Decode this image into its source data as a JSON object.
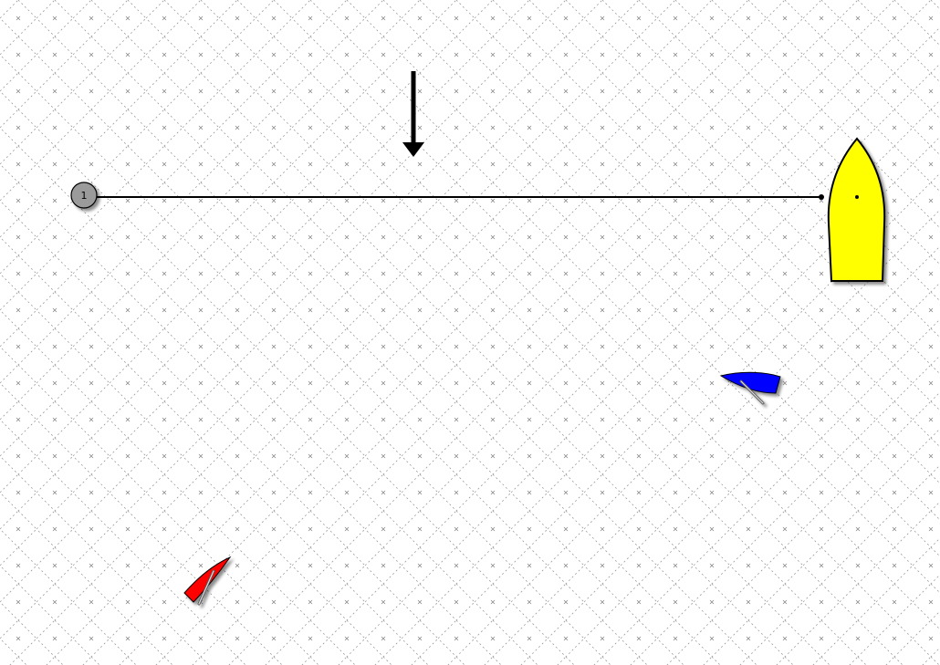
{
  "diagram": {
    "type": "sailing-race-start",
    "background": {
      "color": "#ffffff",
      "grid_color": "#9a9a9a",
      "grid_style": "dashed-diamond"
    },
    "wind": {
      "direction": "down",
      "icon": "wind-arrow-icon",
      "color": "#000000"
    },
    "start_line": {
      "color": "#000000",
      "from": "pin-mark",
      "to": "committee-boat"
    },
    "pin_mark": {
      "label": "1",
      "fill": "#9b9b9b",
      "stroke": "#000000"
    },
    "committee_boat": {
      "fill": "#ffff00",
      "stroke": "#000000"
    },
    "boats": [
      {
        "id": "blue",
        "color": "#0000ff",
        "icon": "sailboat-icon"
      },
      {
        "id": "red",
        "color": "#ff0000",
        "icon": "sailboat-icon"
      }
    ]
  }
}
